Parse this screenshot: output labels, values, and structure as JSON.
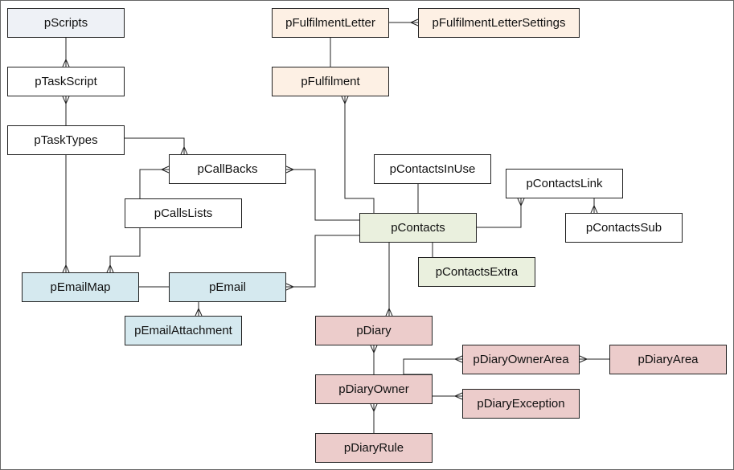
{
  "colors": {
    "default": "#ffffff",
    "gray": "#eef1f6",
    "orange": "#fdf0e4",
    "green": "#eaf0de",
    "blue": "#d5e9ef",
    "red": "#eccccb"
  },
  "entities": [
    {
      "id": "pScripts",
      "label": "pScripts",
      "color": "gray"
    },
    {
      "id": "pTaskScript",
      "label": "pTaskScript",
      "color": "default"
    },
    {
      "id": "pTaskTypes",
      "label": "pTaskTypes",
      "color": "default"
    },
    {
      "id": "pCallBacks",
      "label": "pCallBacks",
      "color": "default"
    },
    {
      "id": "pCallsLists",
      "label": "pCallsLists",
      "color": "default"
    },
    {
      "id": "pEmailMap",
      "label": "pEmailMap",
      "color": "blue"
    },
    {
      "id": "pEmail",
      "label": "pEmail",
      "color": "blue"
    },
    {
      "id": "pEmailAttachment",
      "label": "pEmailAttachment",
      "color": "blue"
    },
    {
      "id": "pFulfilmentLetter",
      "label": "pFulfilmentLetter",
      "color": "orange"
    },
    {
      "id": "pFulfilmentLetterSettings",
      "label": "pFulfilmentLetterSettings",
      "color": "orange"
    },
    {
      "id": "pFulfilment",
      "label": "pFulfilment",
      "color": "orange"
    },
    {
      "id": "pContactsInUse",
      "label": "pContactsInUse",
      "color": "default"
    },
    {
      "id": "pContactsLink",
      "label": "pContactsLink",
      "color": "default"
    },
    {
      "id": "pContactsSub",
      "label": "pContactsSub",
      "color": "default"
    },
    {
      "id": "pContacts",
      "label": "pContacts",
      "color": "green"
    },
    {
      "id": "pContactsExtra",
      "label": "pContactsExtra",
      "color": "green"
    },
    {
      "id": "pDiary",
      "label": "pDiary",
      "color": "red"
    },
    {
      "id": "pDiaryOwnerArea",
      "label": "pDiaryOwnerArea",
      "color": "red"
    },
    {
      "id": "pDiaryArea",
      "label": "pDiaryArea",
      "color": "red"
    },
    {
      "id": "pDiaryOwner",
      "label": "pDiaryOwner",
      "color": "red"
    },
    {
      "id": "pDiaryException",
      "label": "pDiaryException",
      "color": "red"
    },
    {
      "id": "pDiaryRule",
      "label": "pDiaryRule",
      "color": "red"
    }
  ],
  "relationships": [
    {
      "from": "pScripts",
      "to": "pTaskScript"
    },
    {
      "from": "pTaskTypes",
      "to": "pTaskScript"
    },
    {
      "from": "pTaskTypes",
      "to": "pCallBacks"
    },
    {
      "from": "pTaskTypes",
      "to": "pEmailMap"
    },
    {
      "from": "pCallsLists",
      "to": "pCallBacks"
    },
    {
      "from": "pCallsLists",
      "to": "pEmailMap"
    },
    {
      "from": "pEmail",
      "to": "pEmailMap"
    },
    {
      "from": "pEmail",
      "to": "pEmailAttachment"
    },
    {
      "from": "pContacts",
      "to": "pEmail"
    },
    {
      "from": "pContacts",
      "to": "pCallBacks"
    },
    {
      "from": "pFulfilmentLetter",
      "to": "pFulfilment"
    },
    {
      "from": "pFulfilmentLetter",
      "to": "pFulfilmentLetterSettings"
    },
    {
      "from": "pContacts",
      "to": "pFulfilment"
    },
    {
      "from": "pContactsInUse",
      "to": "pContacts"
    },
    {
      "from": "pContacts",
      "to": "pContactsLink"
    },
    {
      "from": "pContactsLink",
      "to": "pContactsSub"
    },
    {
      "from": "pContacts",
      "to": "pContactsExtra"
    },
    {
      "from": "pContacts",
      "to": "pDiary"
    },
    {
      "from": "pDiary",
      "to": "pDiaryOwner"
    },
    {
      "from": "pDiaryOwner",
      "to": "pDiaryOwnerArea"
    },
    {
      "from": "pDiaryArea",
      "to": "pDiaryOwnerArea"
    },
    {
      "from": "pDiaryOwner",
      "to": "pDiaryException"
    },
    {
      "from": "pDiaryOwner",
      "to": "pDiaryRule"
    }
  ]
}
